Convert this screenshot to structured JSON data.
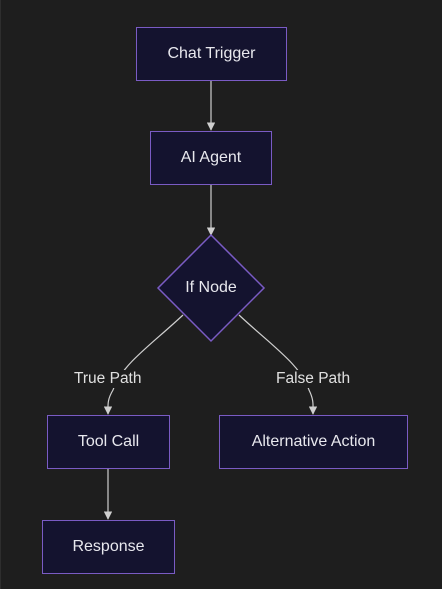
{
  "colors": {
    "background": "#1e1e1e",
    "node_fill": "#14132f",
    "node_border": "#7a5bc4",
    "edge": "#cfcfcf",
    "text": "#e8e8ee"
  },
  "nodes": {
    "chat_trigger": "Chat Trigger",
    "ai_agent": "AI Agent",
    "if_node": "If Node",
    "tool_call": "Tool Call",
    "alternative_action": "Alternative Action",
    "response": "Response"
  },
  "edge_labels": {
    "true_path": "True Path",
    "false_path": "False Path"
  }
}
